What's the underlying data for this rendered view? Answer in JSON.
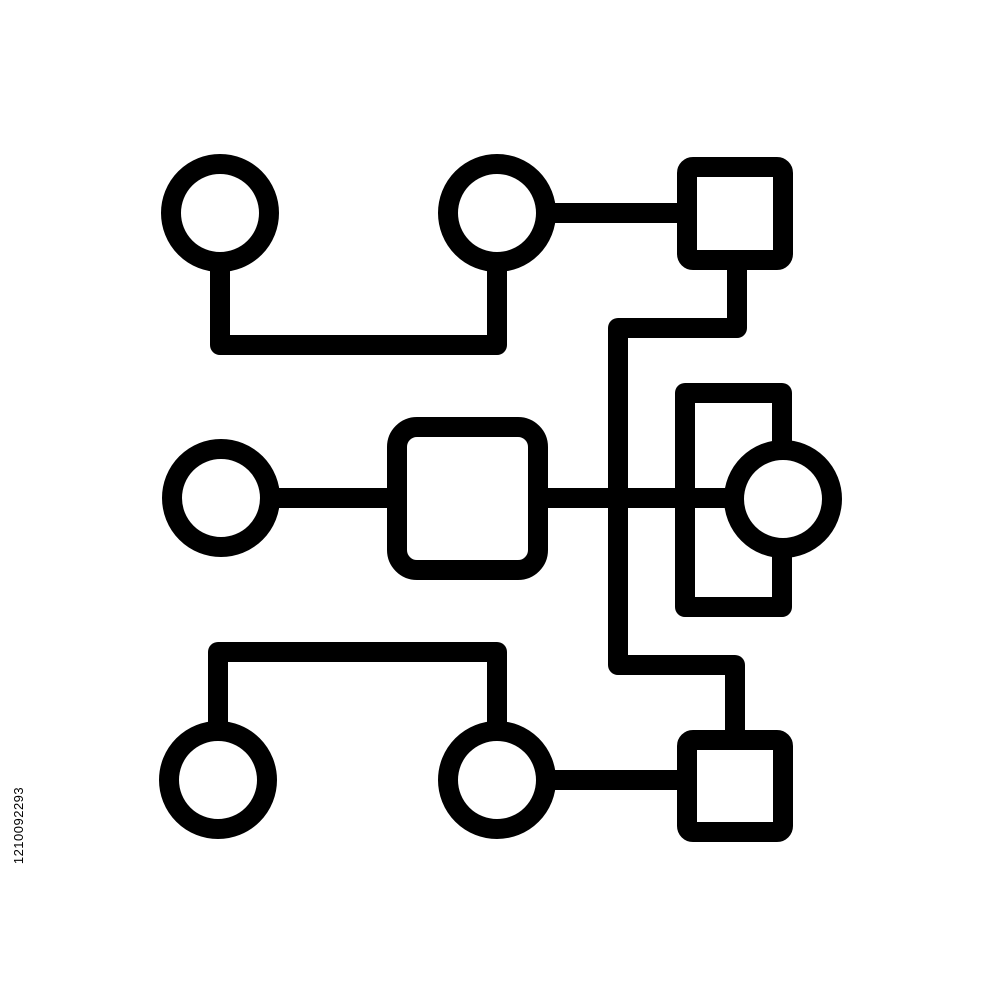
{
  "diagram": {
    "colors": {
      "stroke": "#000000",
      "background": "#ffffff"
    },
    "nodes": [
      {
        "id": "c1",
        "shape": "circle"
      },
      {
        "id": "c2",
        "shape": "circle"
      },
      {
        "id": "s1",
        "shape": "square"
      },
      {
        "id": "c3",
        "shape": "circle"
      },
      {
        "id": "sq-center",
        "shape": "rounded-square"
      },
      {
        "id": "rect-right",
        "shape": "rectangle"
      },
      {
        "id": "c4",
        "shape": "circle"
      },
      {
        "id": "c5",
        "shape": "circle"
      },
      {
        "id": "c6",
        "shape": "circle"
      },
      {
        "id": "s2",
        "shape": "square"
      }
    ],
    "edges": [
      {
        "from": "c1",
        "to": "c2"
      },
      {
        "from": "c2",
        "to": "s1"
      },
      {
        "from": "s1",
        "to": "sq-center"
      },
      {
        "from": "c3",
        "to": "sq-center"
      },
      {
        "from": "sq-center",
        "to": "c4"
      },
      {
        "from": "sq-center",
        "to": "s2"
      },
      {
        "from": "c5",
        "to": "c6"
      },
      {
        "from": "c6",
        "to": "s2"
      }
    ]
  },
  "watermark": {
    "stock_id": "1210092293"
  }
}
